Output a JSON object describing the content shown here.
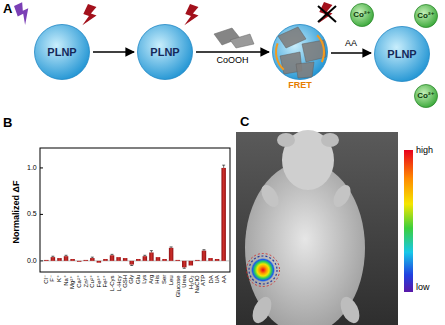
{
  "diagram": {
    "nodes": [
      {
        "text": [
          "PLNP"
        ]
      },
      {
        "text": [
          "PLNP"
        ]
      },
      {
        "text": [
          "FRET"
        ]
      },
      {
        "text": [
          "PLNP"
        ]
      },
      {
        "text": [
          "Co²⁺"
        ]
      },
      {
        "text": [
          "Co²⁺"
        ]
      },
      {
        "text": [
          "Co²⁺"
        ]
      }
    ],
    "edges": [
      {
        "from": 0,
        "to": 1,
        "arrow": "to"
      },
      {
        "from": 1,
        "to": 2,
        "label": "CoOOH",
        "arrow": "to"
      },
      {
        "from": 2,
        "to": 3,
        "label": "AA",
        "arrow": "to"
      }
    ],
    "labels": [
      "A",
      "B",
      "C",
      "Normalized ΔF",
      "0.0",
      "0.5",
      "1.0",
      "Cl⁻",
      "F⁻",
      "K⁺",
      "Na⁺",
      "Mg²⁺",
      "Ca²⁺",
      "Zn²⁺",
      "Cu²⁺",
      "Fe³⁺",
      "Fe²⁺",
      "L-Cys",
      "L-Hcy",
      "GSH",
      "Gly",
      "Glu",
      "Lys",
      "Arg",
      "His",
      "Ser",
      "Leu",
      "Glucose",
      "Urea",
      "H₂O₂",
      "NaClO",
      "ATP",
      "DA",
      "UA",
      "AA",
      "high",
      "low"
    ]
  }
}
